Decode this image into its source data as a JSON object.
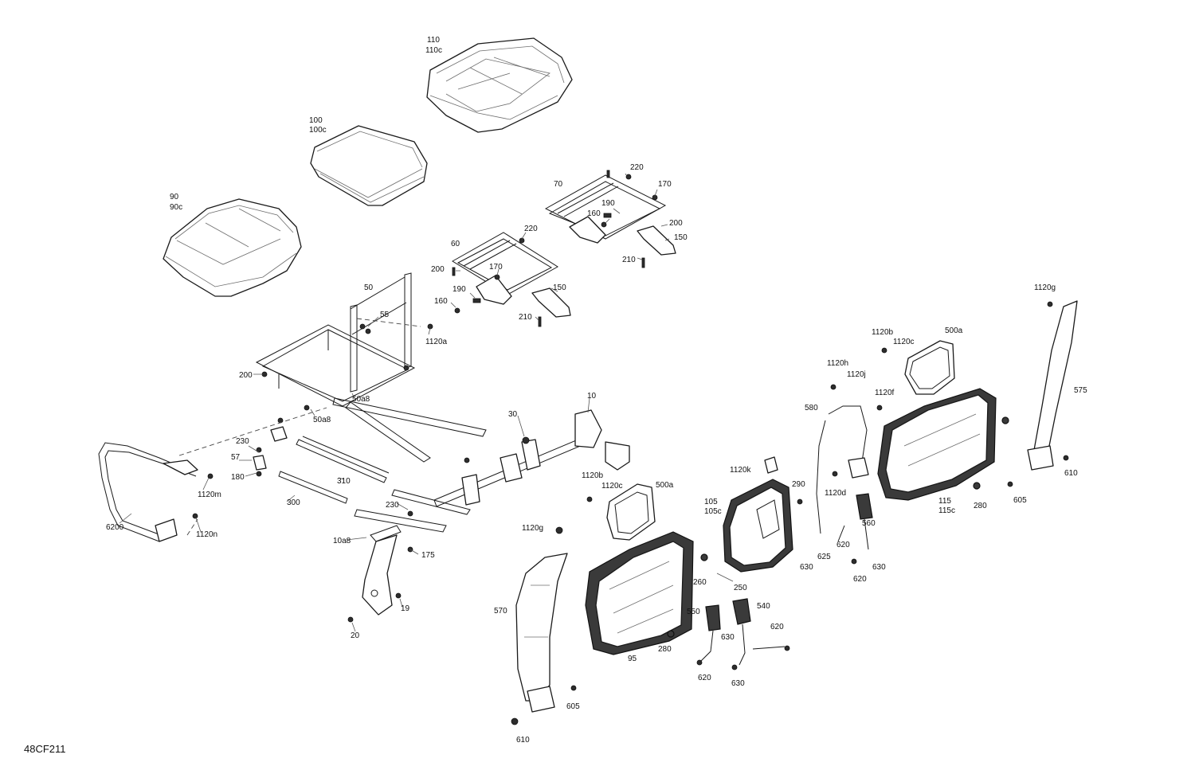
{
  "diagram": {
    "reference": "48CF211",
    "labels": [
      "110",
      "110c",
      "100",
      "100c",
      "90",
      "90c",
      "220",
      "70",
      "170",
      "190",
      "160",
      "200",
      "150",
      "210",
      "60",
      "220",
      "200",
      "170",
      "190",
      "160",
      "150",
      "210",
      "50",
      "55",
      "1120a",
      "200",
      "50a8",
      "50a8",
      "10",
      "30",
      "230",
      "57",
      "180",
      "310",
      "300",
      "1120m",
      "6200",
      "1120n",
      "230",
      "10a8",
      "175",
      "19",
      "20",
      "1120b",
      "1120c",
      "500a",
      "1120g",
      "570",
      "605",
      "610",
      "95",
      "280",
      "1120k",
      "290",
      "105",
      "105c",
      "260",
      "250",
      "550",
      "630",
      "620",
      "630",
      "540",
      "620",
      "580",
      "1120h",
      "1120j",
      "1120f",
      "1120d",
      "625",
      "630",
      "620",
      "560",
      "630",
      "620",
      "1120b",
      "1120c",
      "500a",
      "115",
      "115c",
      "280",
      "1120g",
      "575",
      "610",
      "605"
    ]
  }
}
